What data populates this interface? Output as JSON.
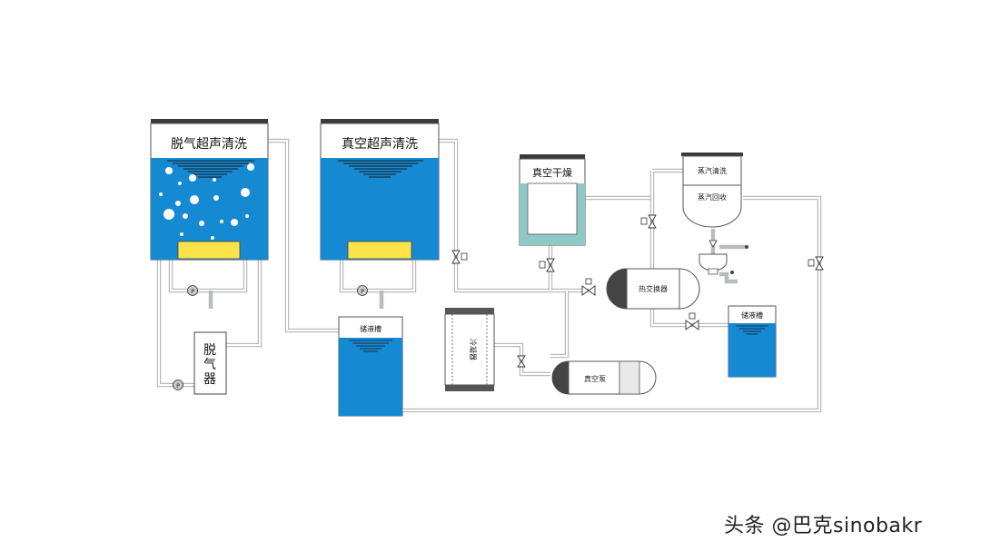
{
  "units": {
    "degas_ultrasonic": {
      "label": "脱气超声清洗"
    },
    "vacuum_ultrasonic": {
      "label": "真空超声清洗"
    },
    "vacuum_dry": {
      "label": "真空干燥"
    },
    "steam_wash": {
      "label": "蒸汽清洗"
    },
    "steam_recovery": {
      "label": "蒸汽回收"
    },
    "degasser": {
      "label": "脱气器"
    },
    "storage_tank_left": {
      "label": "储液槽"
    },
    "storage_tank_right": {
      "label": "储液槽"
    },
    "condenser": {
      "label": "冷凝器"
    },
    "heat_exchanger": {
      "label": "热交换器"
    },
    "vacuum_pump": {
      "label": "真空泵"
    },
    "pump_symbol": "P"
  },
  "watermark": "头条 @巴克sinobakr",
  "colors": {
    "water": "#1689d3",
    "pipe": "#b9bcbf",
    "transducer": "#fde34a",
    "dryer_fluid": "#8ec9c6",
    "dark_metal": "#444444"
  }
}
